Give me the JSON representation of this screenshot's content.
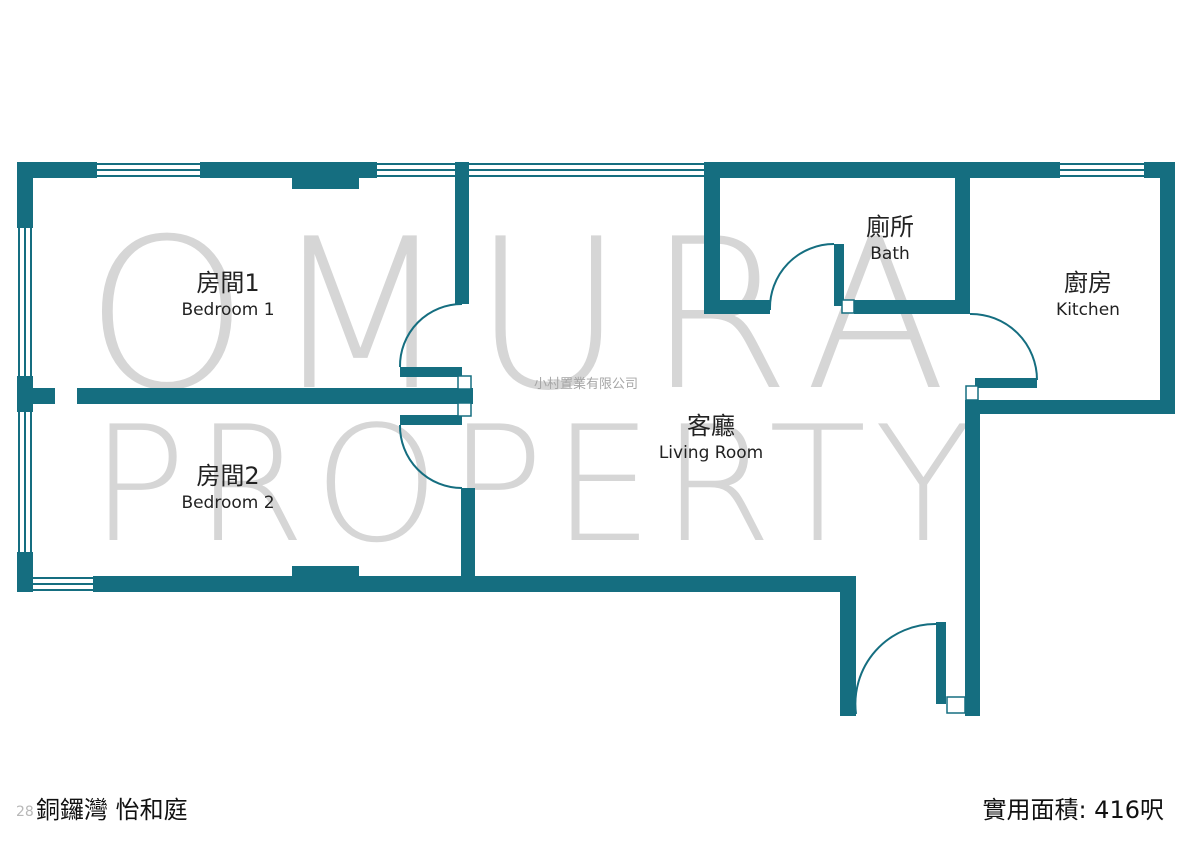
{
  "watermark": {
    "line1": "OMURA",
    "line2": "PROPERTY",
    "company": "小村置業有限公司",
    "faint_number_fragment": "28"
  },
  "colors": {
    "wall": "#156e80",
    "watermark": "#d6d6d6",
    "text": "#222222"
  },
  "rooms": [
    {
      "id": "bedroom1",
      "zh": "房間1",
      "en": "Bedroom 1"
    },
    {
      "id": "bedroom2",
      "zh": "房間2",
      "en": "Bedroom 2"
    },
    {
      "id": "bath",
      "zh": "廁所",
      "en": "Bath"
    },
    {
      "id": "kitchen",
      "zh": "廚房",
      "en": "Kitchen"
    },
    {
      "id": "living",
      "zh": "客廳",
      "en": "Living Room"
    }
  ],
  "footer": {
    "location": "銅鑼灣 怡和庭",
    "area_label": "實用面積: 416呎"
  }
}
